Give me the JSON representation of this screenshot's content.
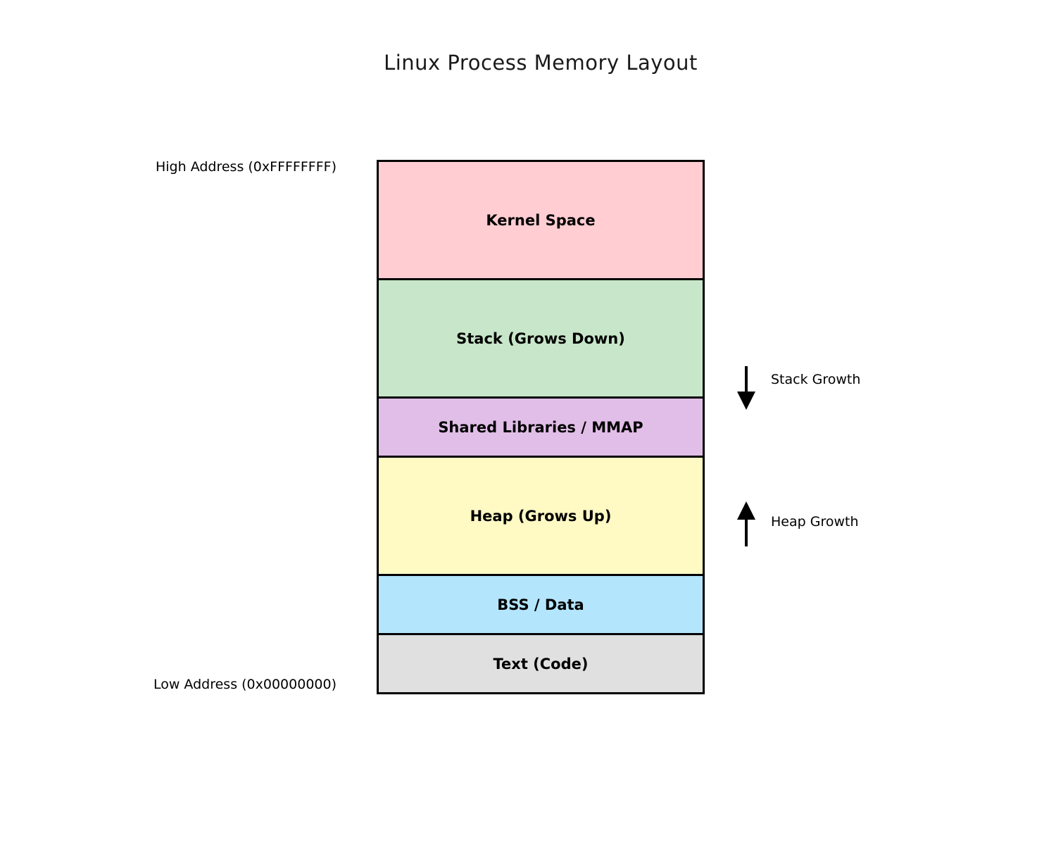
{
  "title": "Linux Process Memory Layout",
  "address_labels": {
    "high": "High Address (0xFFFFFFFF)",
    "low": "Low Address (0x00000000)"
  },
  "segments": [
    {
      "label": "Kernel Space",
      "color": "#ffcdd2"
    },
    {
      "label": "Stack (Grows Down)",
      "color": "#c8e6c9"
    },
    {
      "label": "Shared Libraries / MMAP",
      "color": "#e1bee7"
    },
    {
      "label": "Heap (Grows Up)",
      "color": "#fff9c4"
    },
    {
      "label": "BSS / Data",
      "color": "#b3e5fc"
    },
    {
      "label": "Text (Code)",
      "color": "#e0e0e0"
    }
  ],
  "annotations": [
    {
      "label": "Stack Growth",
      "direction": "down"
    },
    {
      "label": "Heap Growth",
      "direction": "up"
    }
  ],
  "colors": {
    "border": "#000000",
    "text": "#000000",
    "background": "#ffffff"
  }
}
